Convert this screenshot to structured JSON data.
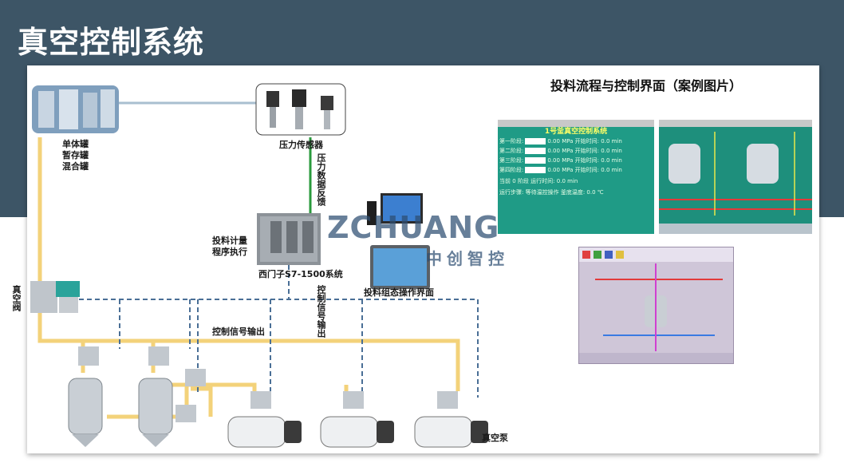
{
  "slide": {
    "title": "真空控制系统"
  },
  "diagram": {
    "tank_labels": [
      "单体罐",
      "暂存罐",
      "混合罐"
    ],
    "pressure_sensor_label": "压力传感器",
    "pressure_feedback_label": "压力数据反馈",
    "plc_side_label": [
      "投料计量",
      "程序执行"
    ],
    "plc_label": "西门子S7-1500系统",
    "hmi_label": "投料组态操作界面",
    "control_out_vertical_label": "控制信号输出",
    "control_out_label": "控制信号输出",
    "vacuum_valve_label": "真空阀",
    "vacuum_pump_label": "真空泵"
  },
  "case": {
    "title": "投料流程与控制界面（案例图片）",
    "screen1": {
      "title": "1号釜真空控制系统",
      "rows": [
        {
          "stage": "第一阶段:",
          "value": "0.00",
          "unit": "MPa",
          "label": "开始时间:",
          "value2": "0.0",
          "unit2": "min"
        },
        {
          "stage": "第二阶段:",
          "value": "0.00",
          "unit": "MPa",
          "label": "开始时间:",
          "value2": "0.0",
          "unit2": "min"
        },
        {
          "stage": "第三阶段:",
          "value": "0.00",
          "unit": "MPa",
          "label": "开始时间:",
          "value2": "0.0",
          "unit2": "min"
        },
        {
          "stage": "第四阶段:",
          "value": "0.00",
          "unit": "MPa",
          "label": "开始时间:",
          "value2": "0.0",
          "unit2": "min"
        }
      ],
      "current_label": "当前",
      "current_value": "0",
      "phase_label": "阶段",
      "run_time_label": "运行时间:",
      "run_time_value": "0.0",
      "run_time_unit": "min",
      "step_label": "运行步骤:",
      "step_value": "等待温控操作",
      "bottom_temp_label": "釜底温度:",
      "bottom_temp_value": "0.0",
      "bottom_temp_unit": "℃"
    }
  },
  "watermark": {
    "brand": "ZCHUANG",
    "brand_cn": "中创智控"
  },
  "colors": {
    "header": "#3d5566",
    "vacuum_pipe": "#f3d27a",
    "signal_line": "#4a6f96",
    "feedback_line": "#2a9a3c",
    "sensor_line": "#a9bfd0"
  }
}
